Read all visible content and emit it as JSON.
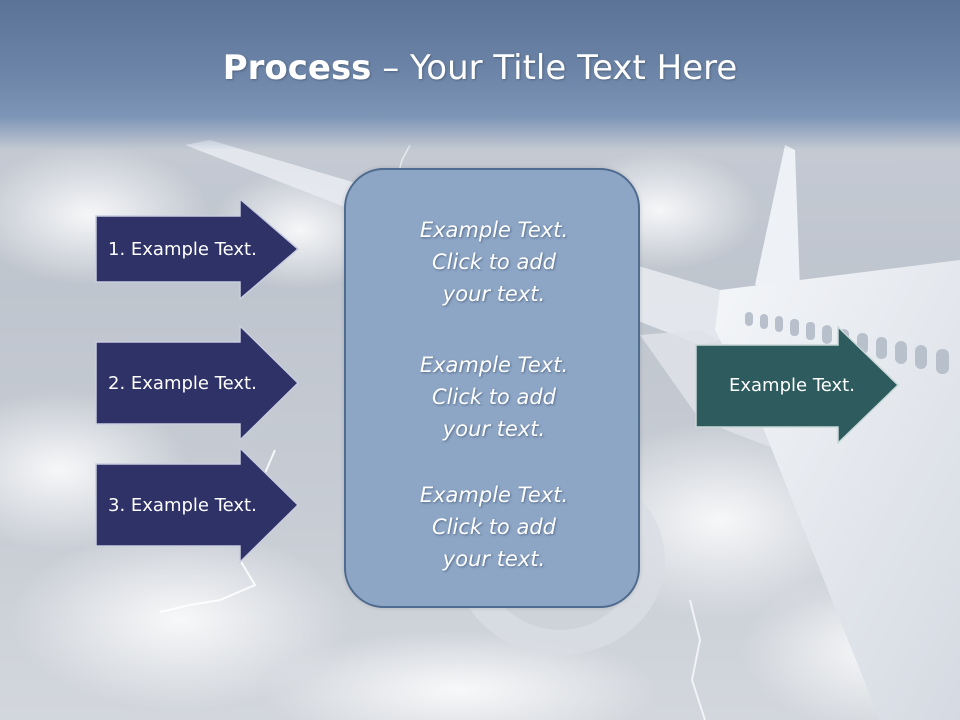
{
  "title": {
    "bold": "Process",
    "rest": " – Your Title Text Here"
  },
  "left_steps": [
    {
      "label": "1. Example Text."
    },
    {
      "label": "2. Example Text."
    },
    {
      "label": "3. Example Text."
    }
  ],
  "center_blocks": [
    {
      "line1": "Example Text.",
      "line2": "Click  to add",
      "line3": "your text."
    },
    {
      "line1": "Example Text.",
      "line2": "Click  to add",
      "line3": "your text."
    },
    {
      "line1": "Example Text.",
      "line2": "Click  to add",
      "line3": "your text."
    }
  ],
  "right_result": {
    "label": "Example Text."
  },
  "colors": {
    "left_arrow_fill": "#2f3266",
    "right_arrow_fill": "#2e5b5d",
    "center_box_fill": "#8ea6c6"
  }
}
